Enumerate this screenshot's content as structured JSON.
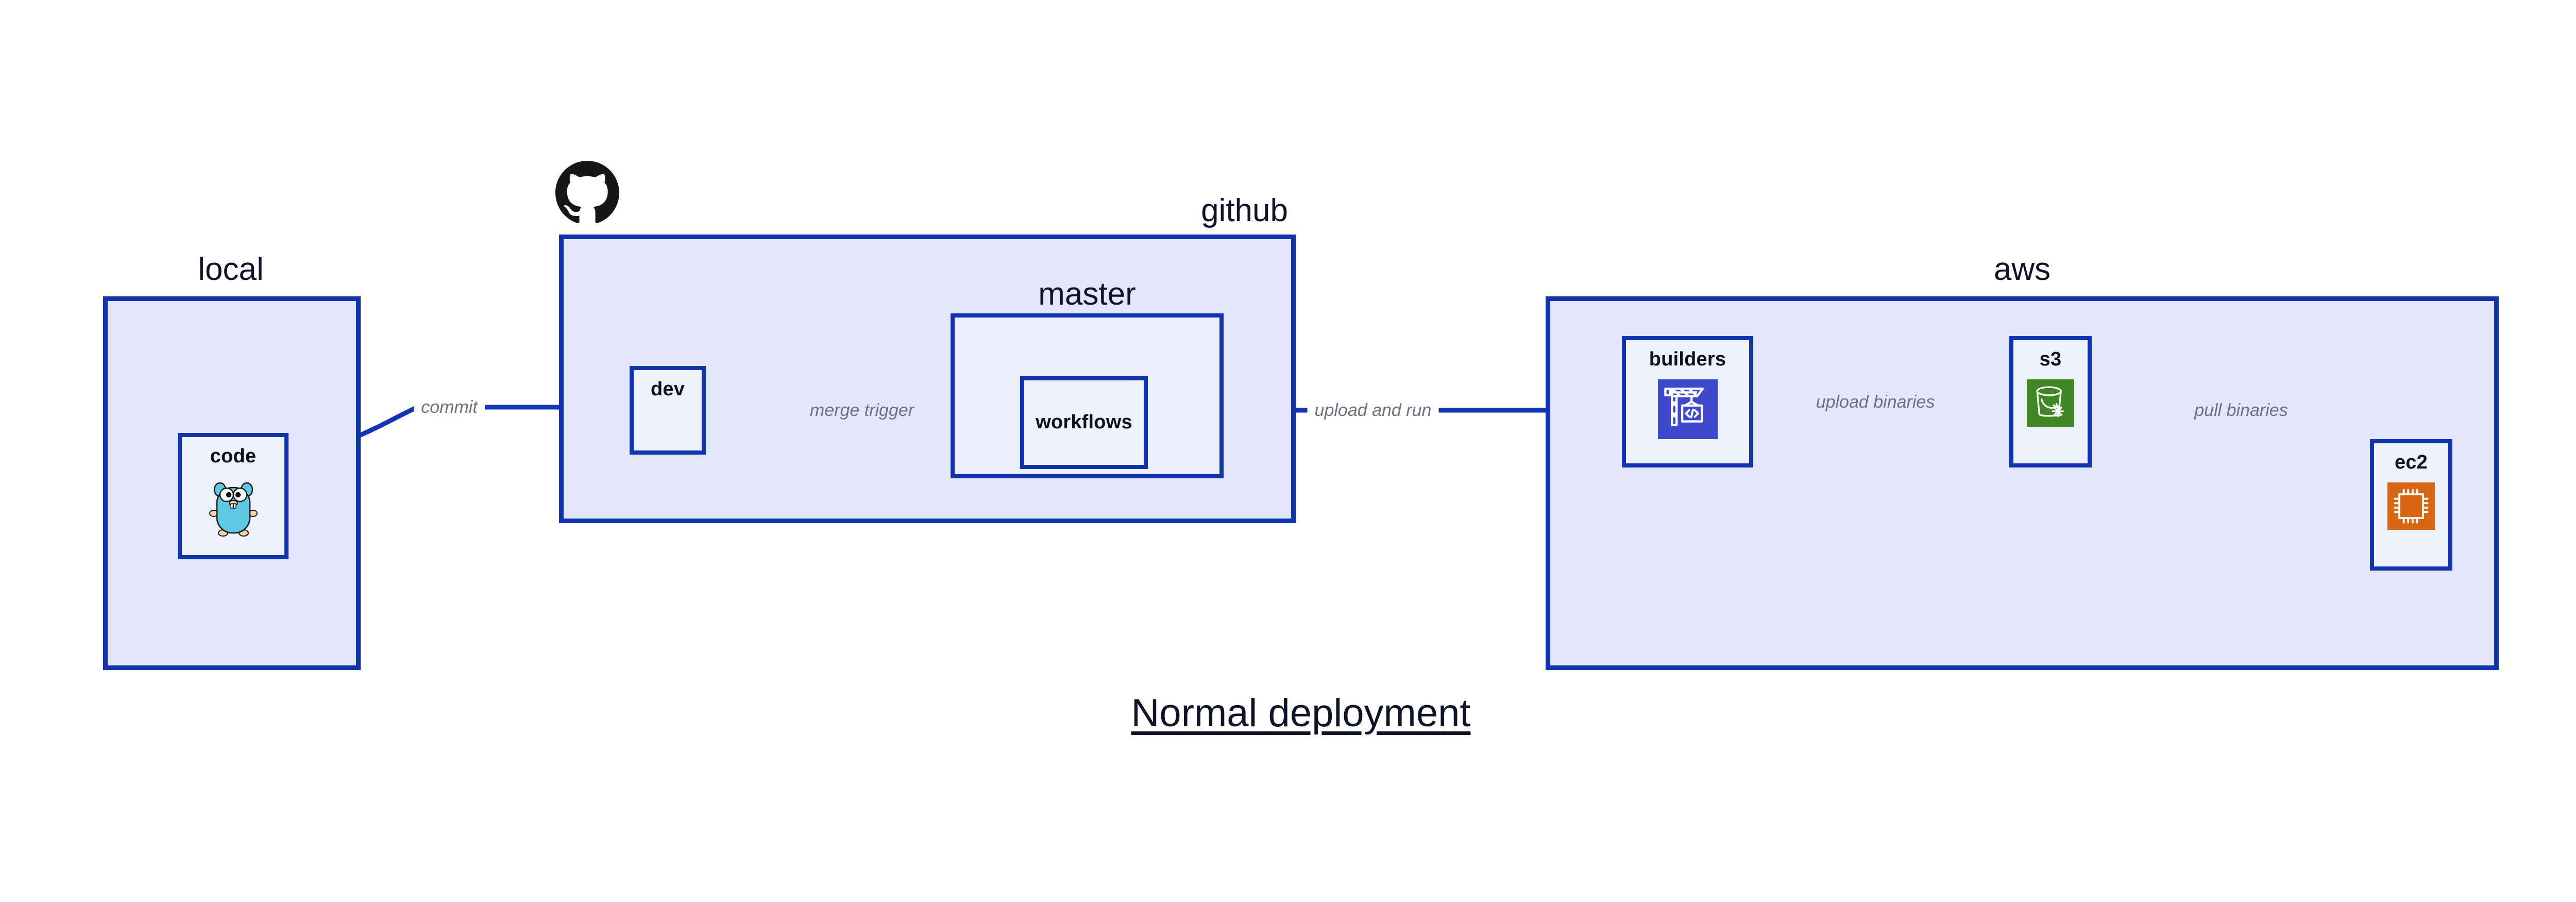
{
  "title": "Normal deployment",
  "colors": {
    "group_fill": "#E2E7FA",
    "subgroup_fill": "#EAEFFB",
    "node_fill": "#EDF1FC",
    "border_blue": "#1134AE",
    "edge_blue": "#0F35B5",
    "edge_label_gray": "#6b7280",
    "text_navy": "#0f1327",
    "codebuild_blue": "#3F48CC",
    "s3_green": "#3F8624",
    "ec2_orange": "#D86613",
    "gopher_cyan": "#5DC9E2",
    "github_black": "#181717"
  },
  "groups": [
    {
      "id": "local",
      "label": "local"
    },
    {
      "id": "github",
      "label": "github"
    },
    {
      "id": "master",
      "label": "master"
    },
    {
      "id": "aws",
      "label": "aws"
    }
  ],
  "nodes": [
    {
      "id": "code",
      "label": "code",
      "icon": "go-gopher-icon"
    },
    {
      "id": "dev",
      "label": "dev",
      "icon": "none"
    },
    {
      "id": "workflows",
      "label": "workflows",
      "icon": "none"
    },
    {
      "id": "builders",
      "label": "builders",
      "icon": "aws-codebuild-crane-icon"
    },
    {
      "id": "s3",
      "label": "s3",
      "icon": "aws-s3-bucket-icon"
    },
    {
      "id": "ec2",
      "label": "ec2",
      "icon": "aws-ec2-chip-icon"
    }
  ],
  "edges": [
    {
      "id": "commit",
      "label": "commit",
      "from": "code",
      "to": "dev"
    },
    {
      "id": "merge-trigger",
      "label": "merge trigger",
      "from": "dev",
      "to": "workflows"
    },
    {
      "id": "upload-and-run",
      "label": "upload and run",
      "from": "workflows",
      "to": "builders"
    },
    {
      "id": "upload-binaries",
      "label": "upload binaries",
      "from": "builders",
      "to": "s3"
    },
    {
      "id": "pull-binaries",
      "label": "pull binaries",
      "from": "s3",
      "to": "ec2"
    }
  ],
  "logos": [
    {
      "id": "github-octocat",
      "name": "github-octocat-logo"
    }
  ]
}
